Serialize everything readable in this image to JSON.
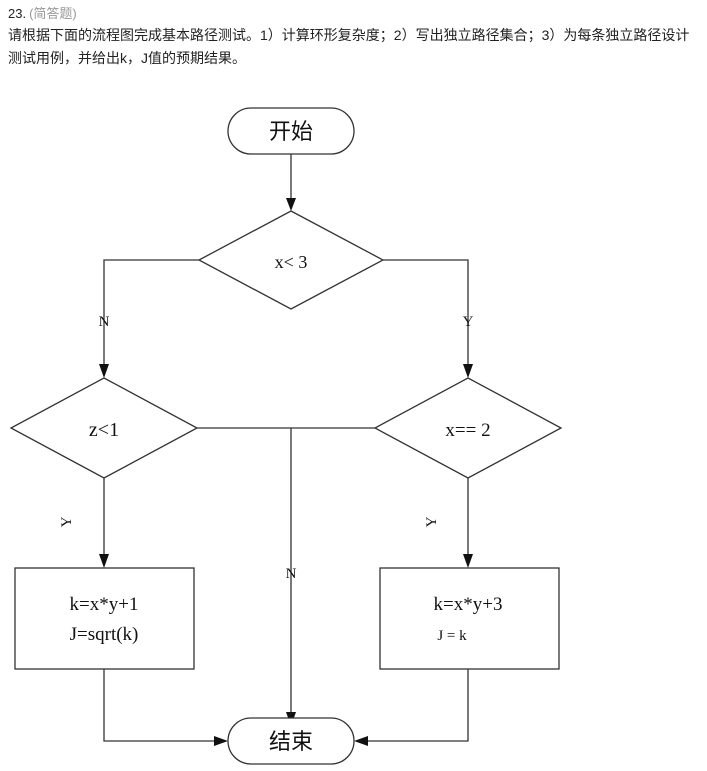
{
  "question": {
    "number": "23.",
    "type": "(简答题)",
    "text": "请根据下面的流程图完成基本路径测试。1）计算环形复杂度；2）写出独立路径集合；3）为每条独立路径设计测试用例，并给出k，J值的预期结果。"
  },
  "flowchart": {
    "start": "开始",
    "decision1": "x< 3",
    "decision2": "z<1",
    "decision3": "x== 2",
    "process1": [
      "k=x*y+1",
      "J=sqrt(k)"
    ],
    "process2": [
      "k=x*y+3",
      "J = k"
    ],
    "end": "结束",
    "labels": {
      "d1_no": "N",
      "d1_yes": "Y",
      "d2_yes": "Y",
      "d3_yes": "Y",
      "d3_no": "N"
    }
  }
}
